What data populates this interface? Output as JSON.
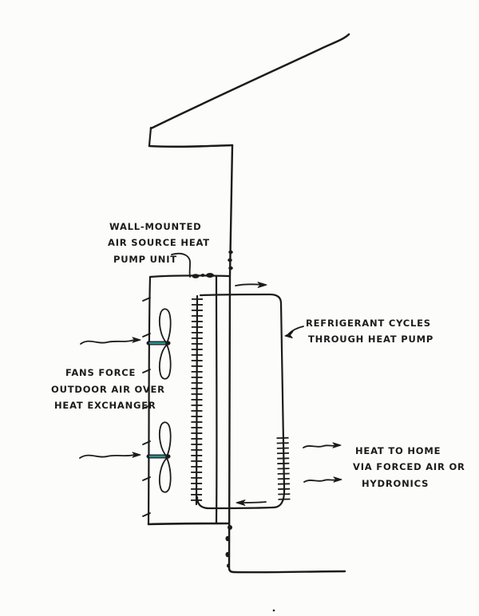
{
  "colors": {
    "ink": "#1b1b1b",
    "paper": "#fcfcfa",
    "fan_shaft": "#2f8e96"
  },
  "annotations": {
    "unit_label": {
      "lines": [
        "WALL-MOUNTED",
        "AIR SOURCE HEAT",
        "PUMP UNIT"
      ]
    },
    "refrigerant_label": {
      "lines": [
        "REFRIGERANT CYCLES",
        "THROUGH HEAT PUMP"
      ]
    },
    "fans_label": {
      "lines": [
        "FANS FORCE",
        "OUTDOOR AIR OVER",
        "HEAT EXCHANGER"
      ]
    },
    "heat_label": {
      "lines": [
        "HEAT TO HOME",
        "VIA FORCED AIR OR",
        "HYDRONICS"
      ]
    }
  },
  "diagram": {
    "style": "hand-drawn-ink-sketch",
    "components": [
      "roof-line",
      "eave",
      "house-wall",
      "floor-line",
      "heat-pump-unit-outline",
      "air-intake-ticks",
      "mounting-bolts",
      "fan-top",
      "fan-bottom",
      "fan-shaft-accent",
      "outdoor-heat-exchanger-coil",
      "refrigerant-loop",
      "indoor-heat-exchanger-coil"
    ],
    "flow_arrows": [
      {
        "name": "refrigerant-flow-arrow-top",
        "direction": "right"
      },
      {
        "name": "refrigerant-flow-arrow-bottom",
        "direction": "left"
      },
      {
        "name": "outdoor-air-arrow-top",
        "direction": "right"
      },
      {
        "name": "outdoor-air-arrow-bottom",
        "direction": "right"
      },
      {
        "name": "heat-output-arrow-top",
        "direction": "right"
      },
      {
        "name": "heat-output-arrow-bottom",
        "direction": "right"
      }
    ]
  }
}
